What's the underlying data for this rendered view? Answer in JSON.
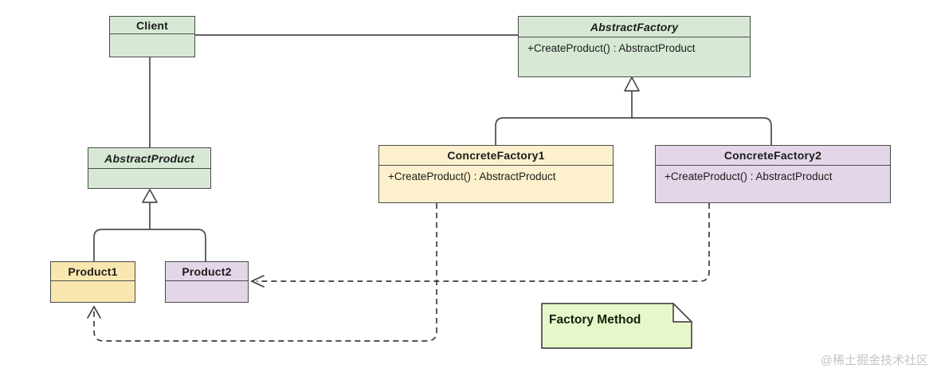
{
  "diagram": {
    "kind": "uml-class-diagram",
    "pattern_note": {
      "label": "Factory Method"
    },
    "watermark": {
      "text": "@稀土掘金技术社区"
    },
    "classes": {
      "client": {
        "name": "Client",
        "stereotype": "class"
      },
      "abstract_factory": {
        "name": "AbstractFactory",
        "stereotype": "abstract-class",
        "member": "+CreateProduct() : AbstractProduct"
      },
      "abstract_product": {
        "name": "AbstractProduct",
        "stereotype": "abstract-class"
      },
      "concrete_factory_1": {
        "name": "ConcreteFactory1",
        "stereotype": "class",
        "member": "+CreateProduct() : AbstractProduct"
      },
      "concrete_factory_2": {
        "name": "ConcreteFactory2",
        "stereotype": "class",
        "member": "+CreateProduct() : AbstractProduct"
      },
      "product_1": {
        "name": "Product1",
        "stereotype": "class"
      },
      "product_2": {
        "name": "Product2",
        "stereotype": "class"
      }
    },
    "relations": [
      {
        "from": "Client",
        "to": "AbstractFactory",
        "type": "association-solid"
      },
      {
        "from": "Client",
        "to": "AbstractProduct",
        "type": "association-solid"
      },
      {
        "from": "ConcreteFactory1",
        "to": "AbstractFactory",
        "type": "generalization-hollow-triangle"
      },
      {
        "from": "ConcreteFactory2",
        "to": "AbstractFactory",
        "type": "generalization-hollow-triangle"
      },
      {
        "from": "Product1",
        "to": "AbstractProduct",
        "type": "generalization-hollow-triangle"
      },
      {
        "from": "Product2",
        "to": "AbstractProduct",
        "type": "generalization-hollow-triangle"
      },
      {
        "from": "ConcreteFactory1",
        "to": "Product1",
        "type": "dependency-dashed-open-arrow"
      },
      {
        "from": "ConcreteFactory2",
        "to": "Product2",
        "type": "dependency-dashed-open-arrow"
      }
    ],
    "colors": {
      "class_green": "#d7e9d5",
      "class_cream": "#fdf0cd",
      "class_purple": "#e2d6e8",
      "product_yellow": "#fae7b0",
      "note_green": "#e7f7c9",
      "stroke": "#4c4c4c",
      "background": "#ffffff",
      "watermark_gray": "#c4c4c4"
    }
  }
}
